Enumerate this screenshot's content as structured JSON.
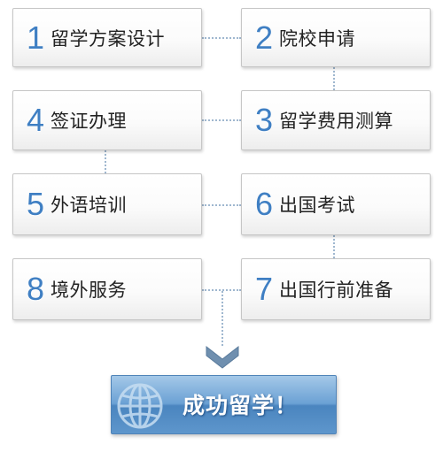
{
  "steps": [
    {
      "num": "1",
      "label": "留学方案设计"
    },
    {
      "num": "2",
      "label": "院校申请"
    },
    {
      "num": "3",
      "label": "留学费用测算"
    },
    {
      "num": "4",
      "label": "签证办理"
    },
    {
      "num": "5",
      "label": "外语培训"
    },
    {
      "num": "6",
      "label": "出国考试"
    },
    {
      "num": "7",
      "label": "出国行前准备"
    },
    {
      "num": "8",
      "label": "境外服务"
    }
  ],
  "final": {
    "label": "成功留学！"
  },
  "colors": {
    "number": "#3f7fc3",
    "banner": "#5a93cb",
    "connector": "#9fb7cf",
    "arrow": "#6f8faf"
  },
  "icons": {
    "banner_icon": "globe-icon",
    "flow_arrow": "chevron-down-icon"
  }
}
